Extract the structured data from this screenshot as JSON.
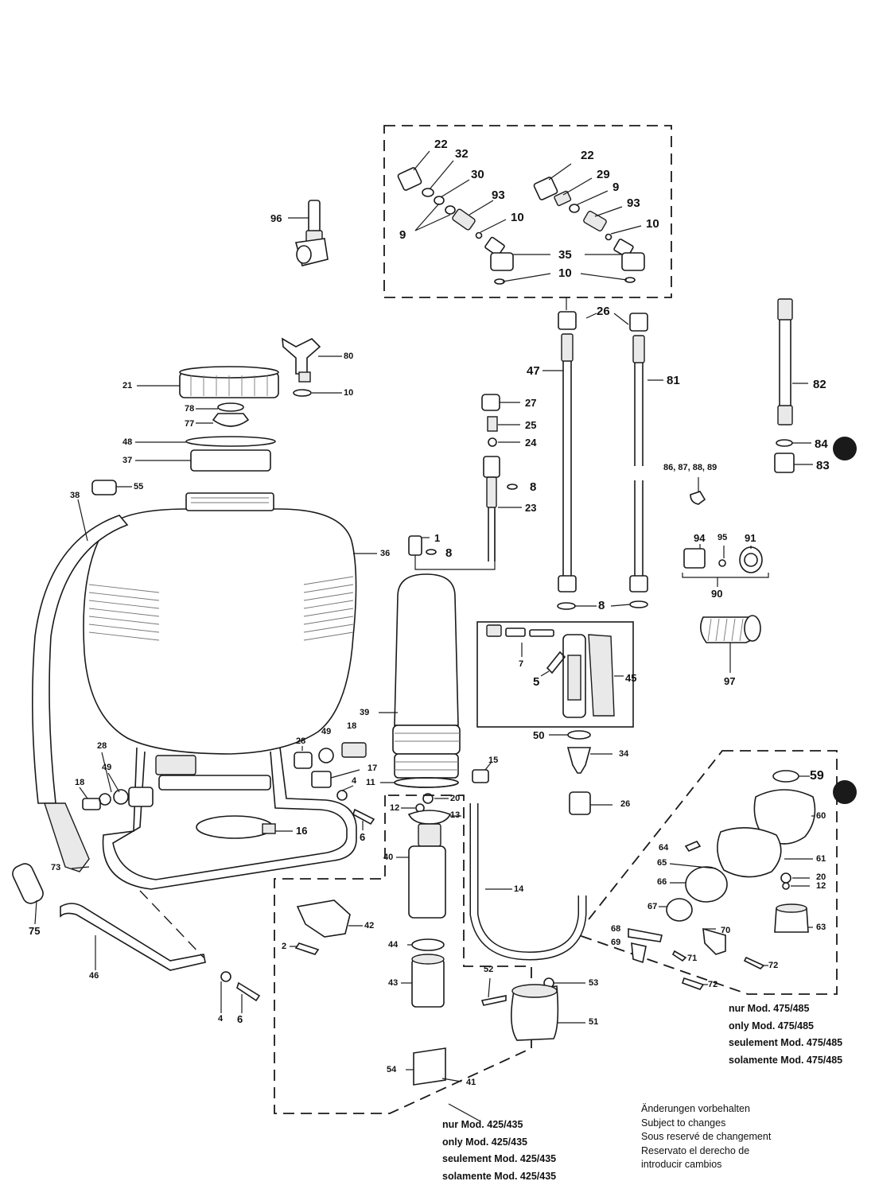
{
  "parts": {
    "p96": "96",
    "p22a": "22",
    "p32": "32",
    "p30": "30",
    "p93a": "93",
    "p9a": "9",
    "p10a": "10",
    "p22b": "22",
    "p29": "29",
    "p9b": "9",
    "p93b": "93",
    "p10b": "10",
    "p35": "35",
    "p10c": "10",
    "p26a": "26",
    "p47": "47",
    "p81": "81",
    "p82": "82",
    "p84": "84",
    "p83": "83",
    "p80": "80",
    "p10d": "10",
    "p21": "21",
    "p78": "78",
    "p77": "77",
    "p48": "48",
    "p37": "37",
    "p27": "27",
    "p25": "25",
    "p24": "24",
    "p8a": "8",
    "p23": "23",
    "p55": "55",
    "p38": "38",
    "p36": "36",
    "p1": "1",
    "p8b": "8",
    "p8c": "8",
    "p86": "86, 87, 88, 89",
    "p94": "94",
    "p95": "95",
    "p91": "91",
    "p90": "90",
    "p97": "97",
    "p7": "7",
    "p5": "5",
    "p45": "45",
    "p50": "50",
    "p34": "34",
    "p39": "39",
    "p28a": "28",
    "p49a": "49",
    "p18a": "18",
    "p28b": "28",
    "p49b": "49",
    "p18b": "18",
    "p17": "17",
    "p4a": "4",
    "p11": "11",
    "p15": "15",
    "p20a": "20",
    "p12a": "12",
    "p13": "13",
    "p6a": "6",
    "p16": "16",
    "p26b": "26",
    "p59": "59",
    "p60": "60",
    "p64": "64",
    "p61": "61",
    "p65": "65",
    "p66": "66",
    "p20b": "20",
    "p12b": "12",
    "p67": "67",
    "p63": "63",
    "p68": "68",
    "p69": "69",
    "p70": "70",
    "p71": "71",
    "p72a": "72",
    "p72b": "72",
    "p40": "40",
    "p14": "14",
    "p73": "73",
    "p75": "75",
    "p46": "46",
    "p42": "42",
    "p2": "2",
    "p44": "44",
    "p43": "43",
    "p52": "52",
    "p53": "53",
    "p51": "51",
    "p54": "54",
    "p41": "41",
    "p4b": "4",
    "p6b": "6"
  },
  "notes": {
    "models_475": [
      "nur Mod. 475/485",
      "only Mod. 475/485",
      "seulement Mod. 475/485",
      "solamente Mod. 475/485"
    ],
    "models_425": [
      "nur Mod. 425/435",
      "only Mod. 425/435",
      "seulement Mod. 425/435",
      "solamente Mod. 425/435"
    ],
    "changes": [
      "Änderungen vorbehalten",
      "Subject to changes",
      "Sous reservé de changement",
      "Reservato el derecho de",
      "introducir cambios"
    ]
  }
}
